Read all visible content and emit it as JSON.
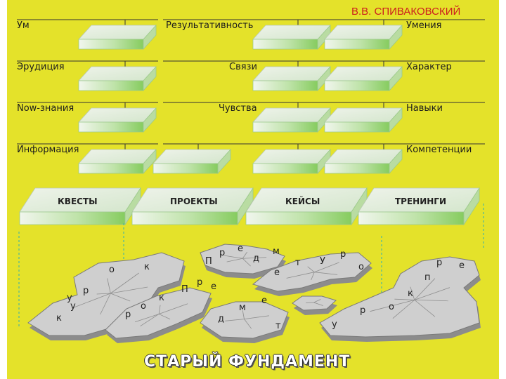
{
  "author": "В.В. СПИВАКОВСКИЙ",
  "rows": [
    {
      "left": "Ум",
      "center": "Результативность",
      "right": "Умения"
    },
    {
      "left": "Эрудиция",
      "center": "Связи",
      "right": "Характер"
    },
    {
      "left": "Now-знания",
      "center": "Чувства",
      "right": "Навыки"
    },
    {
      "left": "Информация",
      "center": "",
      "right": "Компетенции"
    }
  ],
  "base_labels": [
    "КВЕСТЫ",
    "ПРОЕКТЫ",
    "КЕЙСЫ",
    "ТРЕНИНГИ"
  ],
  "ruins_words": [
    "урок",
    "предмет",
    "урок",
    "предмет",
    "урок",
    "предмет"
  ],
  "footer": "СТАРЫЙ ФУНДАМЕНТ",
  "colors": {
    "background": "#e4e22a",
    "author": "#cc1e1e",
    "slab_top": "#e4f0e0",
    "slab_side": "#8fd06a",
    "dashed_line": "#4fb89b"
  }
}
